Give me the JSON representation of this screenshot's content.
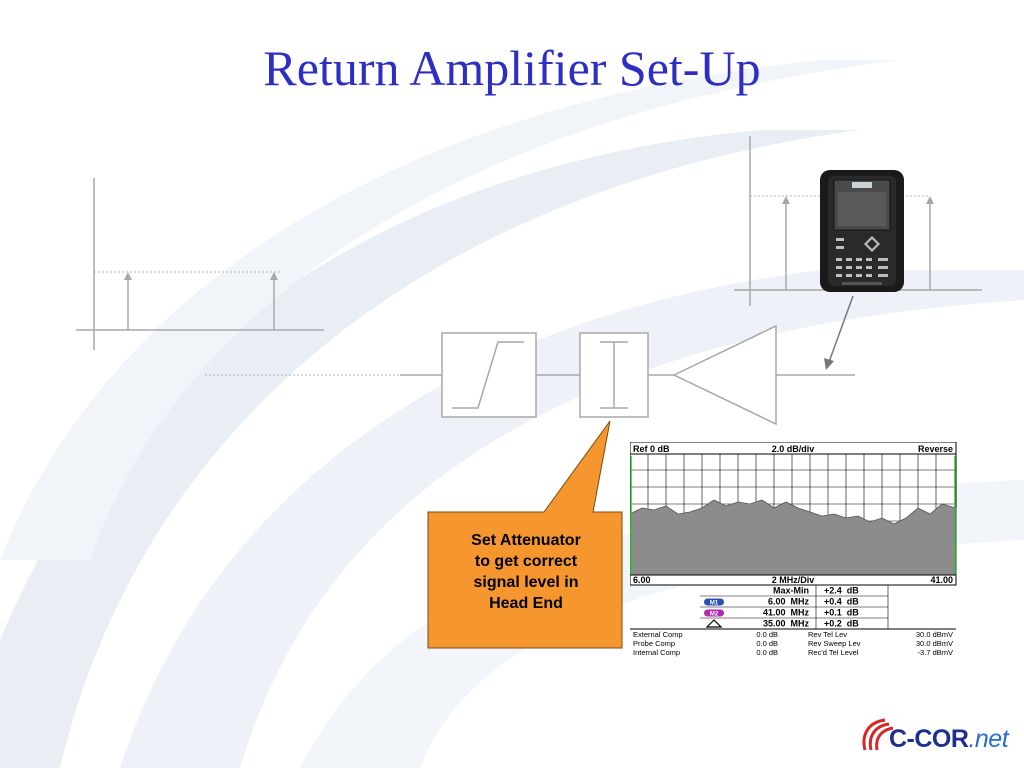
{
  "slide": {
    "title": "Return Amplifier Set-Up"
  },
  "callout": {
    "lines": [
      "Set Attenuator",
      "to get correct",
      "signal level in",
      "Head End"
    ]
  },
  "analyzer": {
    "ref_label": "Ref 0 dB",
    "scale_label": "2.0 dB/div",
    "mode_label": "Reverse",
    "start_freq": "6.00",
    "span_label": "2 MHz/Div",
    "stop_freq": "41.00",
    "marker_rows": [
      {
        "tag": "",
        "left": "Max-Min",
        "right": "+2.4  dB"
      },
      {
        "tag": "M1",
        "left": "6.00  MHz",
        "right": "+0.4  dB"
      },
      {
        "tag": "M2",
        "left": "41.00  MHz",
        "right": "+0.1  dB"
      },
      {
        "tag": "delta",
        "left": "35.00  MHz",
        "right": "+0.2  dB"
      }
    ],
    "settings": [
      {
        "label": "External Comp",
        "value": "0.0 dB",
        "label2": "Rev Tel Lev",
        "value2": "30.0 dBmV"
      },
      {
        "label": "Probe Comp",
        "value": "0.0 dB",
        "label2": "Rev Sweep Lev",
        "value2": "30.0 dBmV"
      },
      {
        "label": "Internal Comp",
        "value": "0.0 dB",
        "label2": "Rec'd Tel Level",
        "value2": "-3.7 dBmV"
      }
    ]
  },
  "logo": {
    "main": "C-COR",
    "suffix": ".net"
  },
  "colors": {
    "title": "#2d2fc4",
    "callout_fill": "#f5962f",
    "arrow": "#f7c46a",
    "diagram_line": "#a8a8a8"
  }
}
